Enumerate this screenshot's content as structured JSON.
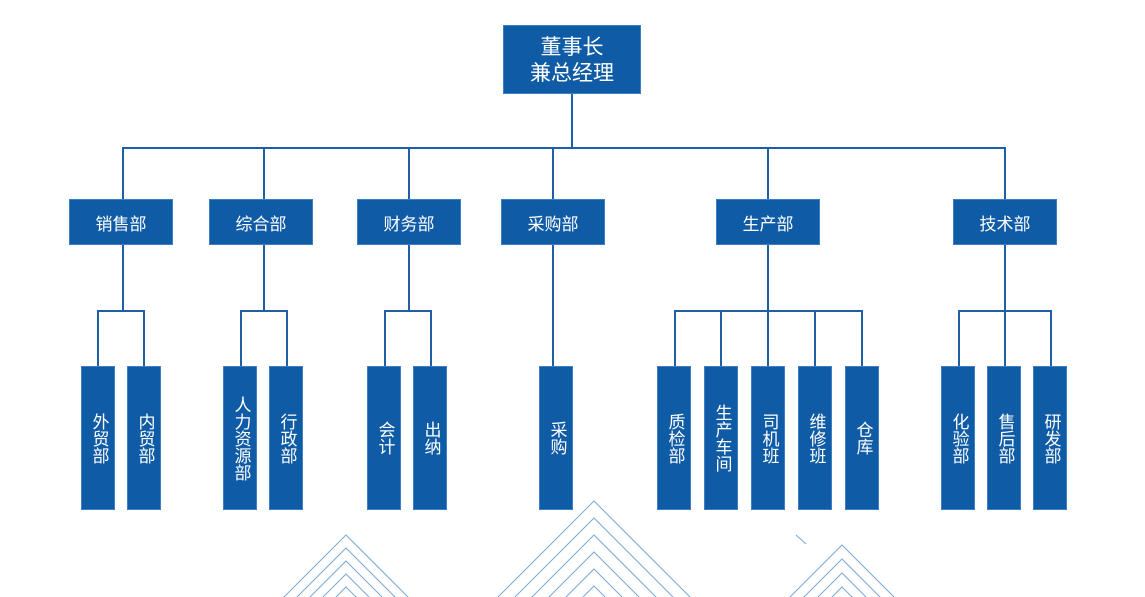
{
  "chart": {
    "root": {
      "lines": [
        "董事长",
        "兼总经理"
      ]
    },
    "departments": [
      {
        "name": "销售部",
        "children": [
          "外贸部",
          "内贸部"
        ]
      },
      {
        "name": "综合部",
        "children": [
          "人力资源部",
          "行政部"
        ]
      },
      {
        "name": "财务部",
        "children": [
          "会计",
          "出纳"
        ]
      },
      {
        "name": "采购部",
        "children": [
          "采购"
        ]
      },
      {
        "name": "生产部",
        "children": [
          "质检部",
          "生产车间",
          "司机班",
          "维修班",
          "仓库"
        ]
      },
      {
        "name": "技术部",
        "children": [
          "化验部",
          "售后部",
          "研发部"
        ]
      }
    ]
  },
  "colors": {
    "node_fill": "#0f5ba5",
    "connector": "#1f5fa8",
    "decoration": "#7aa8d6",
    "background": "#ffffff"
  }
}
